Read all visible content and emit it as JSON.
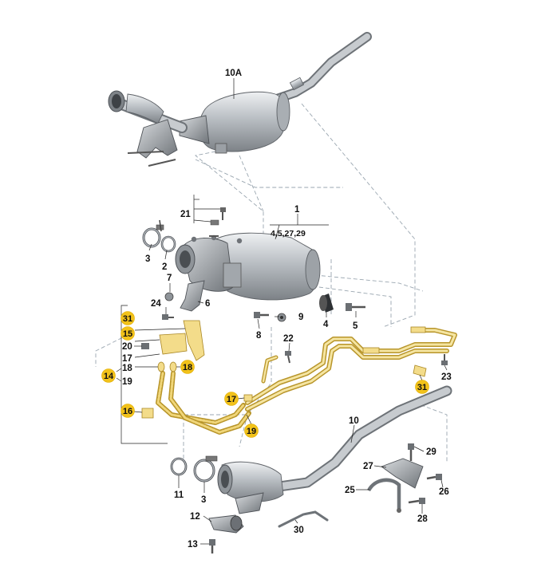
{
  "labels": [
    {
      "id": "p10a",
      "text": "10A"
    },
    {
      "id": "p1",
      "text": "1"
    },
    {
      "id": "p1sub",
      "text": "4,5,27,29"
    },
    {
      "id": "p21",
      "text": "21"
    },
    {
      "id": "p3a",
      "text": "3"
    },
    {
      "id": "p2",
      "text": "2"
    },
    {
      "id": "p7",
      "text": "7"
    },
    {
      "id": "p24",
      "text": "24"
    },
    {
      "id": "p6",
      "text": "6"
    },
    {
      "id": "p9",
      "text": "9"
    },
    {
      "id": "p8",
      "text": "8"
    },
    {
      "id": "p4",
      "text": "4"
    },
    {
      "id": "p5",
      "text": "5"
    },
    {
      "id": "p22",
      "text": "22"
    },
    {
      "id": "p23",
      "text": "23"
    },
    {
      "id": "p10",
      "text": "10"
    },
    {
      "id": "p29",
      "text": "29"
    },
    {
      "id": "p27",
      "text": "27"
    },
    {
      "id": "p25",
      "text": "25"
    },
    {
      "id": "p26",
      "text": "26"
    },
    {
      "id": "p28",
      "text": "28"
    },
    {
      "id": "p11",
      "text": "11"
    },
    {
      "id": "p3b",
      "text": "3"
    },
    {
      "id": "p12",
      "text": "12"
    },
    {
      "id": "p13",
      "text": "13"
    },
    {
      "id": "p30",
      "text": "30"
    },
    {
      "id": "p17a",
      "text": "17"
    },
    {
      "id": "p18a",
      "text": "18"
    },
    {
      "id": "p19a",
      "text": "19"
    },
    {
      "id": "p20",
      "text": "20"
    }
  ],
  "highlighted": [
    {
      "id": "h31a",
      "text": "31"
    },
    {
      "id": "h15",
      "text": "15"
    },
    {
      "id": "h14",
      "text": "14"
    },
    {
      "id": "h18",
      "text": "18"
    },
    {
      "id": "h16",
      "text": "16"
    },
    {
      "id": "h17",
      "text": "17"
    },
    {
      "id": "h19",
      "text": "19"
    },
    {
      "id": "h31b",
      "text": "31"
    }
  ],
  "colors": {
    "highlight": "#f2c21a",
    "pipe": "#b5babf",
    "tube": "#e9cf63",
    "leader": "#222222",
    "dashed": "#9aa6b0"
  }
}
